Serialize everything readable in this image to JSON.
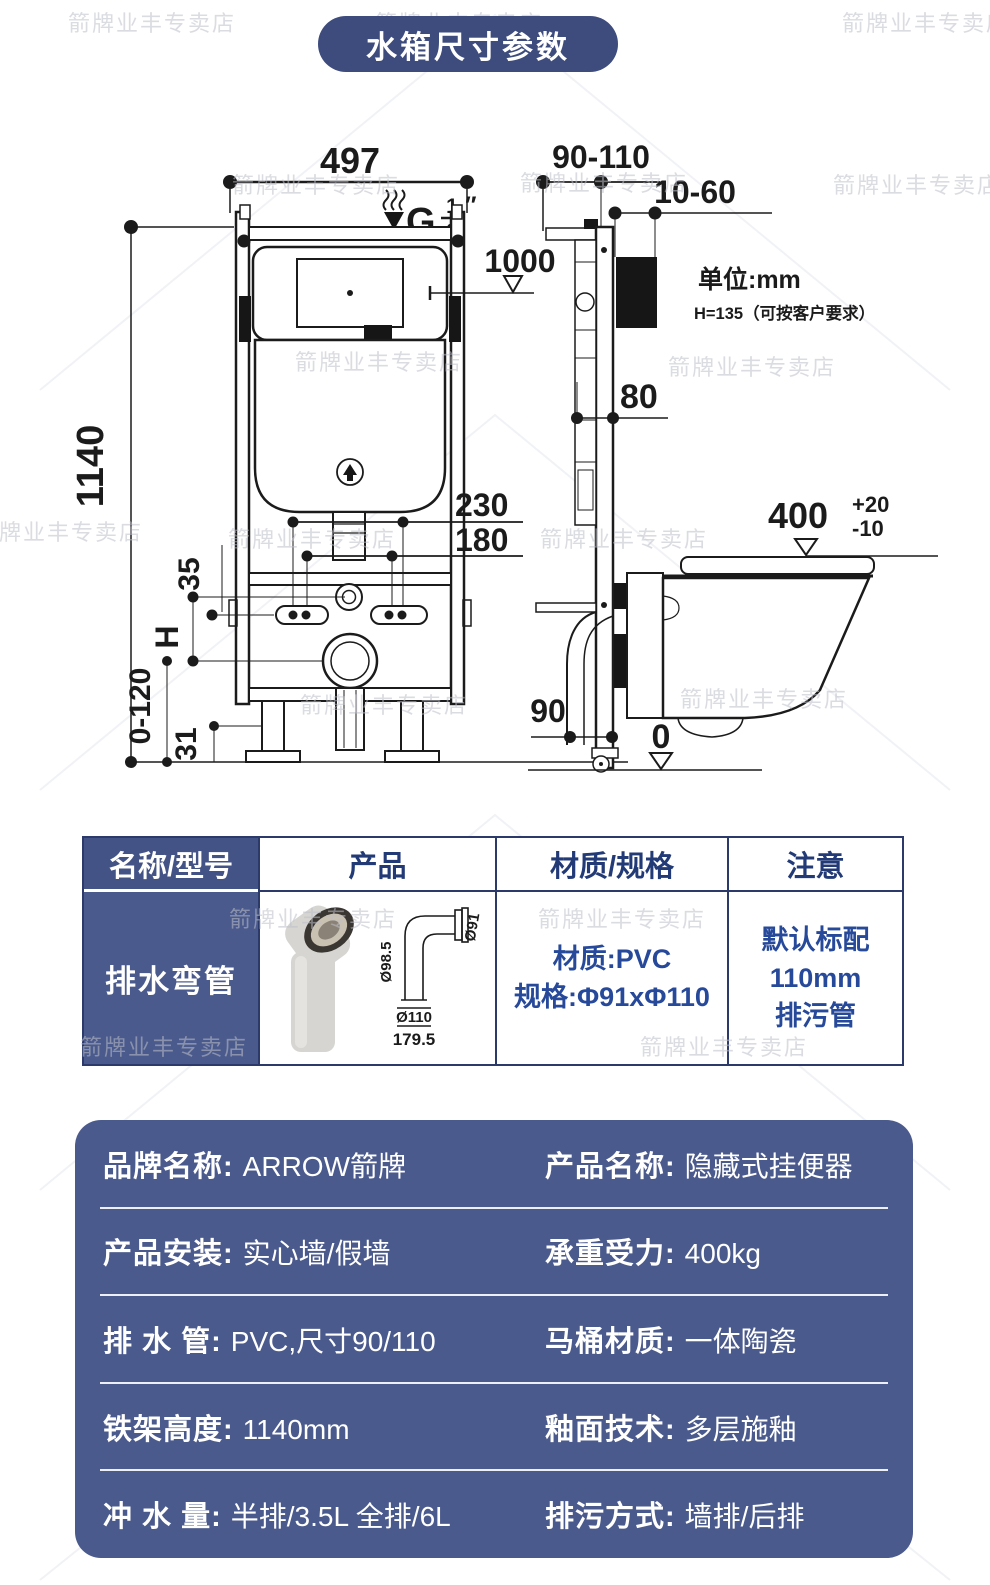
{
  "title": "水箱尺寸参数",
  "watermark": "箭牌业丰专卖店",
  "colors": {
    "title_bg": "#3d4b7d",
    "panel_bg": "#4b5a8c",
    "table_border": "#2b3a6b",
    "table_header_text": "#223a76",
    "cell_text": "#27499a",
    "drawing_line": "#1b1b1b",
    "watermark_text": "#c9cbd4"
  },
  "diagram": {
    "front": {
      "width": "497",
      "height": "1140",
      "water_line": "1000",
      "bolt_span_outer": "230",
      "bolt_span_inner": "180",
      "slot_offset": "35",
      "h_label": "H",
      "adjust_range": "0-120",
      "foot": "31",
      "thread_g": "G",
      "thread_num": "1",
      "thread_den": "2",
      "thread_inch": "″"
    },
    "side": {
      "depth_range": "90-110",
      "wall_offset": "10-60",
      "plate_offset": "80",
      "outlet_height": "90",
      "floor": "0"
    },
    "toilet": {
      "rim_height": "400",
      "tol_plus": "+20",
      "tol_minus": "-10"
    },
    "unit_note": "单位:mm",
    "h_note": "H=135（可按客户要求）"
  },
  "table": {
    "headers": [
      "名称/型号",
      "产品",
      "材质/规格",
      "注意"
    ],
    "row": {
      "name": "排水弯管",
      "pipe_labels": {
        "top_dia": "Ø98.5",
        "side_dia": "Ø91",
        "bottom_dia": "Ø110",
        "length": "179.5"
      },
      "material": [
        "材质:PVC",
        "规格:Φ91xΦ110"
      ],
      "note": [
        "默认标配",
        "110mm",
        "排污管"
      ]
    }
  },
  "specs": {
    "rows": [
      {
        "left_label": "品牌名称:",
        "left_value": "ARROW箭牌",
        "right_label": "产品名称:",
        "right_value": "隐藏式挂便器"
      },
      {
        "left_label": "产品安装:",
        "left_value": "实心墙/假墙",
        "right_label": "承重受力:",
        "right_value": "400kg"
      },
      {
        "left_label": "排 水 管:",
        "left_value": "PVC,尺寸90/110",
        "right_label": "马桶材质:",
        "right_value": "一体陶瓷"
      },
      {
        "left_label": "铁架高度:",
        "left_value": "1140mm",
        "right_label": "釉面技术:",
        "right_value": "多层施釉"
      },
      {
        "left_label": "冲 水 量:",
        "left_value": "半排/3.5L 全排/6L",
        "right_label": "排污方式:",
        "right_value": "墙排/后排"
      }
    ]
  }
}
